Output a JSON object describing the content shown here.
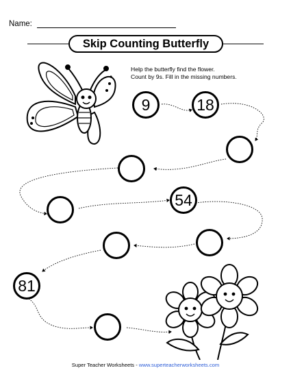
{
  "header": {
    "name_label": "Name:"
  },
  "title": "Skip Counting Butterfly",
  "instructions": {
    "line1": "Help the butterfly find the flower.",
    "line2": "Count by 9s. Fill in the missing numbers."
  },
  "circles": [
    "9",
    "18",
    "",
    "",
    "",
    "54",
    "",
    "",
    "81",
    ""
  ],
  "footer": {
    "source": "Super Teacher Worksheets",
    "separator": " - ",
    "url": "www.superteacherworksheets.com"
  }
}
